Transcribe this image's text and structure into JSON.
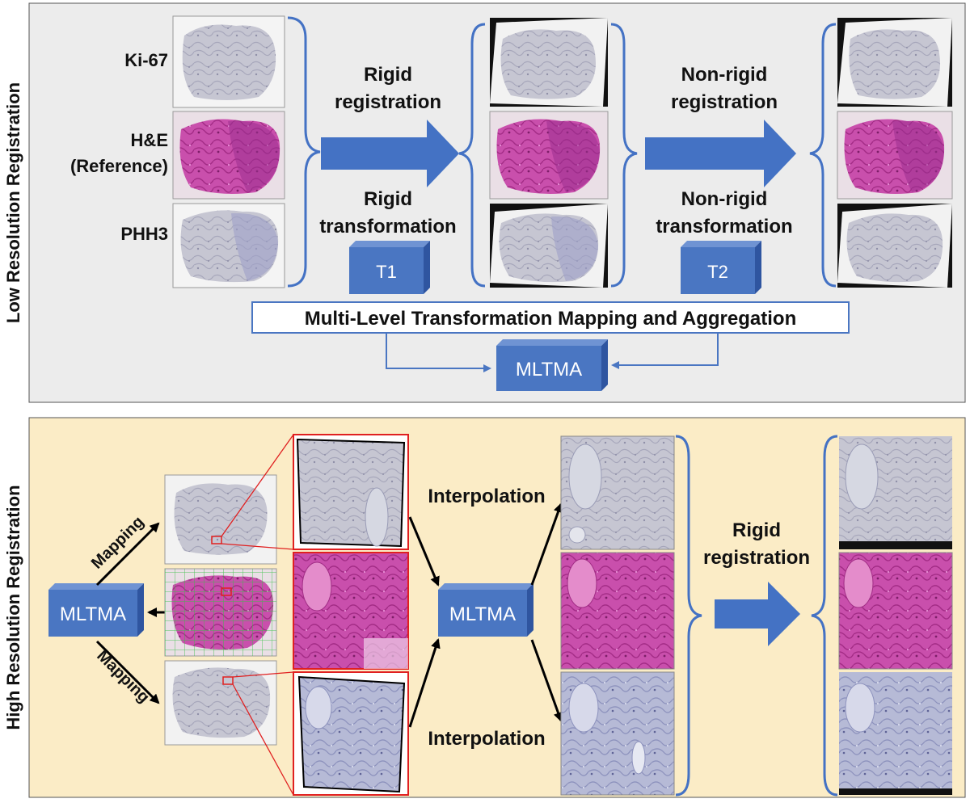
{
  "colors": {
    "panel_top_bg": "#ececec",
    "panel_bottom_bg": "#fbecc6",
    "accent_blue": "#4472c4",
    "box_blue": "#4a76c2",
    "box_side": "#2f55a0",
    "line_blue": "#4a76c2",
    "crop_red": "#e02020",
    "he_pink": "#c54aa8",
    "ihc_lavender": "#c9c9e4",
    "grid_green": "#36c244"
  },
  "icons": [
    "curly-brace-icon",
    "block-arrow-icon",
    "3d-box-icon",
    "arrow-icon"
  ],
  "top_panel": {
    "side_label": "Low Resolution Registration",
    "stain_labels": {
      "ki67": "Ki-67",
      "he_line1": "H&E",
      "he_line2": "(Reference)",
      "phh3": "PHH3"
    },
    "rigid_registration": {
      "line1": "Rigid",
      "line2": "registration"
    },
    "rigid_transformation": {
      "line1": "Rigid",
      "line2": "transformation"
    },
    "nonrigid_registration": {
      "line1": "Non-rigid",
      "line2": "registration"
    },
    "nonrigid_transformation": {
      "line1": "Non-rigid",
      "line2": "transformation"
    },
    "t1": "T1",
    "t2": "T2",
    "mapping_banner": "Multi-Level Transformation Mapping and Aggregation",
    "mltma": "MLTMA"
  },
  "bottom_panel": {
    "side_label": "High Resolution Registration",
    "mltma_left": "MLTMA",
    "mltma_center": "MLTMA",
    "mapping_top": "Mapping",
    "mapping_bottom": "Mapping",
    "interpolation_top": "Interpolation",
    "interpolation_bottom": "Interpolation",
    "rigid_registration": {
      "line1": "Rigid",
      "line2": "registration"
    }
  }
}
